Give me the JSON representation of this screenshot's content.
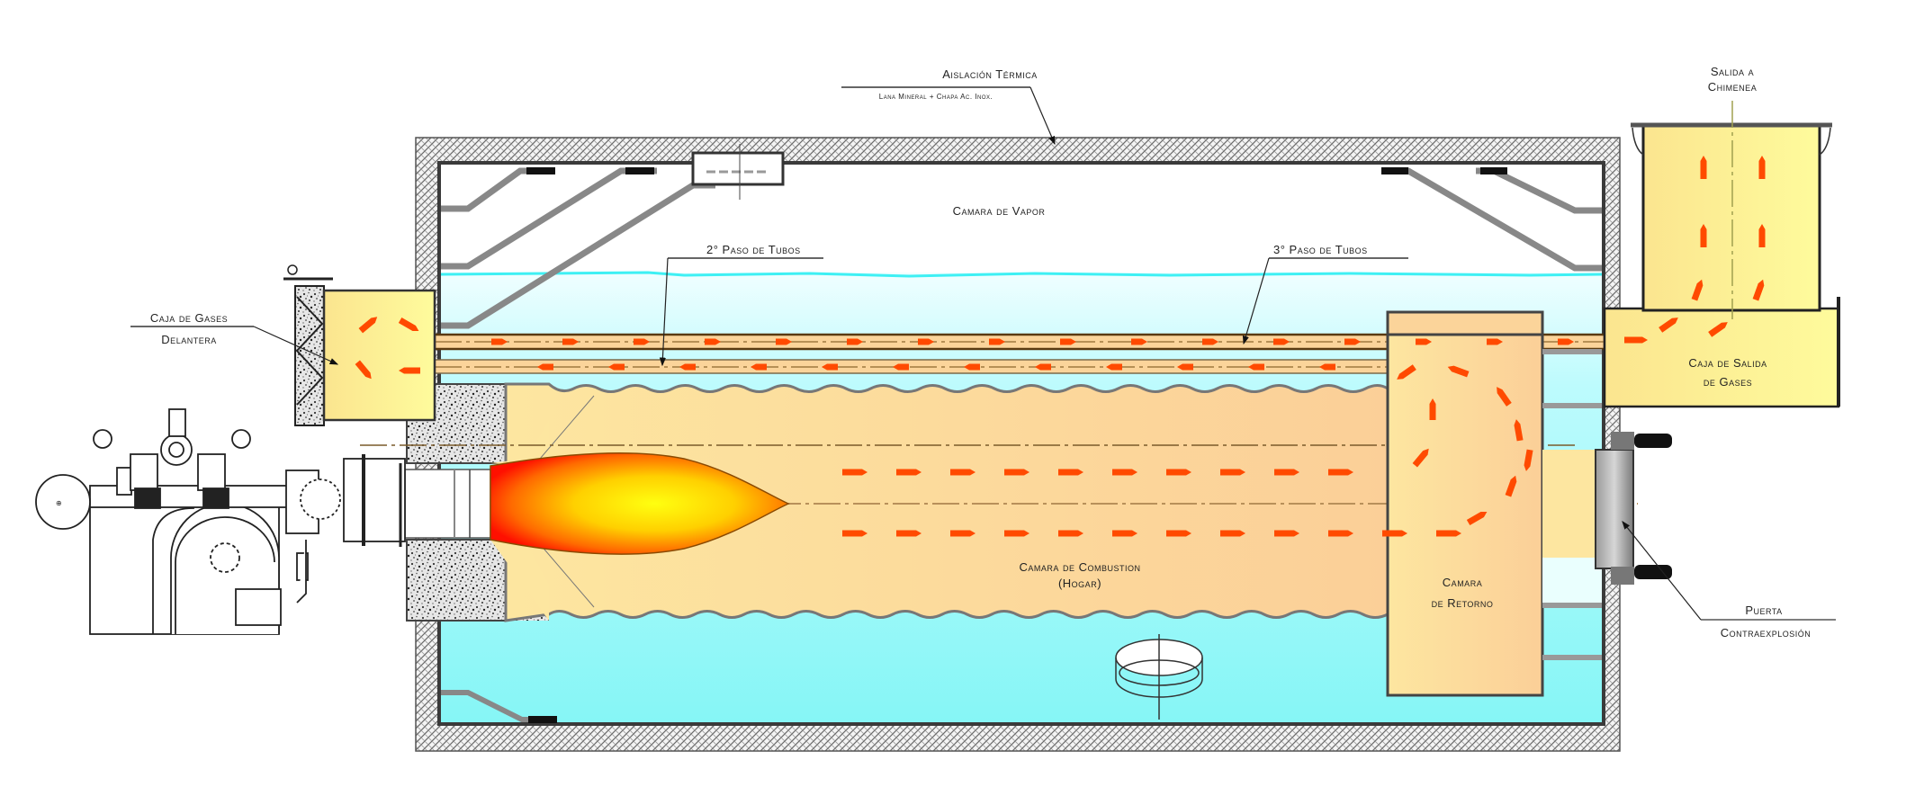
{
  "diagram": {
    "title": "Caldera humotubular de 3 pasos - corte longitudinal",
    "labels": {
      "insulation_title": "Aislación Térmica",
      "insulation_sub": "Lana Mineral + Chapa Ac. Inox.",
      "chimney_line1": "Salida a",
      "chimney_line2": "Chimenea",
      "steam_chamber": "Camara de Vapor",
      "second_pass": "2° Paso de Tubos",
      "third_pass": "3° Paso de Tubos",
      "front_box_line1": "Caja de Gases",
      "front_box_line2": "Delantera",
      "outlet_box_line1": "Caja de Salida",
      "outlet_box_line2": "de Gases",
      "combustion_line1": "Camara de Combustion",
      "combustion_line2": "(Hogar)",
      "return_line1": "Camara",
      "return_line2": "de Retorno",
      "door_line1": "Puerta",
      "door_line2": "Contraexplosión"
    },
    "colors": {
      "water": "#8ff8f8",
      "water_light": "#e8fefe",
      "furnace": "#fbd49a",
      "furnace_light": "#fde8a8",
      "gas_box": "#fdf09a",
      "flame_core": "#ffff00",
      "flame_edge": "#ff0000",
      "flow_arrow": "#ff4a00",
      "insulation": "#9a9a9a",
      "steel": "#444444"
    },
    "components": [
      "burner-assembly",
      "front-gas-box",
      "furnace",
      "flame",
      "second-pass-tube",
      "third-pass-tube",
      "return-chamber",
      "outlet-gas-box",
      "chimney",
      "explosion-door",
      "manhole",
      "steam-chamber",
      "water-space",
      "thermal-insulation"
    ]
  }
}
